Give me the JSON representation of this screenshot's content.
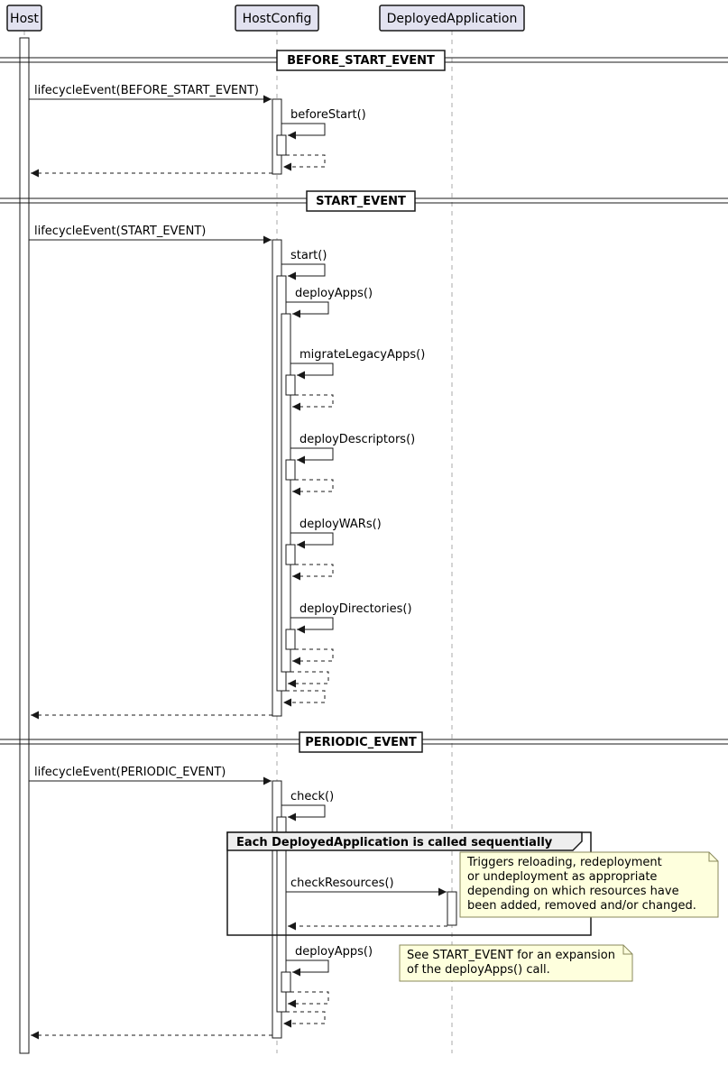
{
  "participants": [
    {
      "name": "Host"
    },
    {
      "name": "HostConfig"
    },
    {
      "name": "DeployedApplication"
    }
  ],
  "dividers": [
    {
      "label": "BEFORE_START_EVENT"
    },
    {
      "label": "START_EVENT"
    },
    {
      "label": "PERIODIC_EVENT"
    }
  ],
  "messages": {
    "lifecycle_before_start": "lifecycleEvent(BEFORE_START_EVENT)",
    "before_start": "beforeStart()",
    "lifecycle_start": "lifecycleEvent(START_EVENT)",
    "start": "start()",
    "deploy_apps": "deployApps()",
    "migrate_legacy_apps": "migrateLegacyApps()",
    "deploy_descriptors": "deployDescriptors()",
    "deploy_wars": "deployWARs()",
    "deploy_directories": "deployDirectories()",
    "lifecycle_periodic": "lifecycleEvent(PERIODIC_EVENT)",
    "check": "check()",
    "check_resources": "checkResources()",
    "deploy_apps_periodic": "deployApps()"
  },
  "group": {
    "label": "Each DeployedApplication is called sequentially"
  },
  "notes": {
    "check_resources_note": {
      "lines": [
        "Triggers reloading, redeployment",
        "or undeployment as appropriate",
        "depending on which resources have",
        "been added, removed and/or changed."
      ]
    },
    "deploy_apps_note": {
      "lines": [
        "See START_EVENT for an expansion",
        "of the deployApps() call."
      ]
    }
  },
  "colors": {
    "participant_fill": "#E2E2F0",
    "participant_border": "#181818",
    "activation_fill": "#FFFFFF",
    "line_color": "#181818",
    "lifeline_color": "#AAAAAA",
    "note_fill": "#FEFFDD",
    "group_header_fill": "#EEEEEE",
    "divider_fill": "#FFFFFF"
  }
}
